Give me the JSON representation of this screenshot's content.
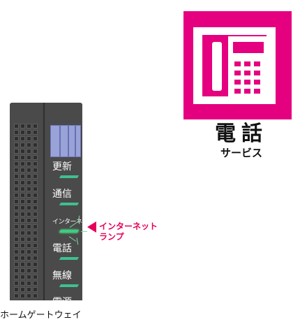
{
  "device": {
    "caption": "ホームゲートウェイ",
    "leds": [
      {
        "label": "更新",
        "lit": false
      },
      {
        "label": "通信",
        "lit": false
      },
      {
        "label": "インターネット",
        "lit": true
      },
      {
        "label": "電話",
        "lit": false
      },
      {
        "label": "無線",
        "lit": false
      },
      {
        "label": "電源",
        "lit": false
      }
    ]
  },
  "callout": {
    "line1": "インターネット",
    "line2": "ランプ"
  },
  "service": {
    "title": "電話",
    "subtitle": "サービス",
    "icon": "phone-icon",
    "color": "#e4007f"
  },
  "colors": {
    "accent": "#e6005a",
    "led": "#3fbf8f"
  }
}
